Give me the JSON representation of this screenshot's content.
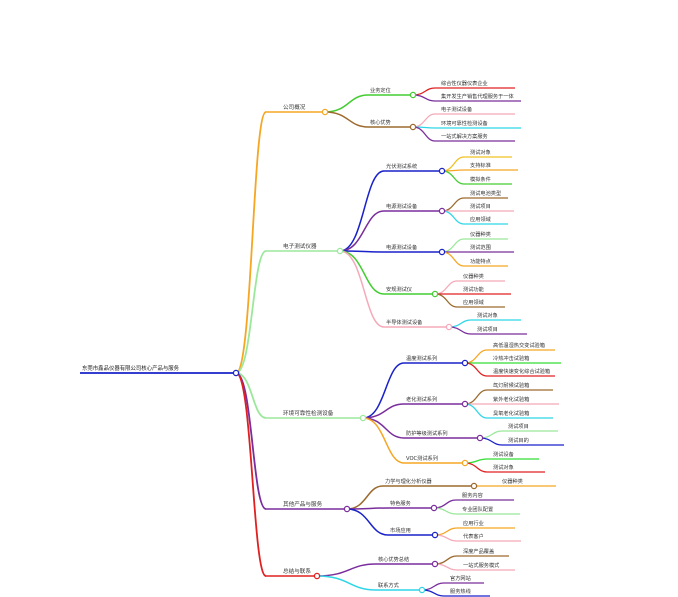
{
  "diagram": {
    "root": "东莞市鑫品仪器有限公司核心产品与服务",
    "colors": {
      "root": "#1a22c9",
      "orange": "#f5a623",
      "green": "#44cc33",
      "lightgreen": "#9be89b",
      "purple": "#7a2d9c",
      "blue": "#1a22c9",
      "red": "#e02020",
      "pink": "#f5a9b8",
      "cyan": "#2fd6e8",
      "brown": "#9c6a2d",
      "yellow": "#f0c020",
      "lime": "#33dd33"
    },
    "branches": [
      {
        "label": "公司概况",
        "children": [
          {
            "label": "业务定位",
            "children": [
              {
                "label": "综合性仪器仪表企业"
              },
              {
                "label": "集开发生产销售代理服务于一体"
              }
            ]
          },
          {
            "label": "核心优势",
            "children": [
              {
                "label": "电子测试设备"
              },
              {
                "label": "环境可靠性检测设备"
              },
              {
                "label": "一站式解决方案服务"
              }
            ]
          }
        ]
      },
      {
        "label": "电子测试仪器",
        "children": [
          {
            "label": "光伏测试系统",
            "children": [
              {
                "label": "测试对象"
              },
              {
                "label": "支持标准"
              },
              {
                "label": "模拟条件"
              }
            ]
          },
          {
            "label": "电源测试设备",
            "children": [
              {
                "label": "测试电池类型"
              },
              {
                "label": "测试项目"
              },
              {
                "label": "应用领域"
              }
            ]
          },
          {
            "label": "电源测试设备",
            "children": [
              {
                "label": "仪器种类"
              },
              {
                "label": "测试范围"
              },
              {
                "label": "功能特点"
              }
            ]
          },
          {
            "label": "安规测试仪",
            "children": [
              {
                "label": "仪器种类"
              },
              {
                "label": "测试功能"
              },
              {
                "label": "应用领域"
              }
            ]
          },
          {
            "label": "半导体测试设备",
            "children": [
              {
                "label": "测试对象"
              },
              {
                "label": "测试项目"
              }
            ]
          }
        ]
      },
      {
        "label": "环境可靠性检测设备",
        "children": [
          {
            "label": "温度测试系列",
            "children": [
              {
                "label": "高低温湿热交变试验箱"
              },
              {
                "label": "冷热冲击试验箱"
              },
              {
                "label": "温度快速变化综合试验箱"
              }
            ]
          },
          {
            "label": "老化测试系列",
            "children": [
              {
                "label": "氙灯耐候试验箱"
              },
              {
                "label": "紫外老化试验箱"
              },
              {
                "label": "臭氧老化试验箱"
              }
            ]
          },
          {
            "label": "防护等级测试系列",
            "children": [
              {
                "label": "测试项目"
              },
              {
                "label": "测试目的"
              }
            ]
          },
          {
            "label": "VOC测试系列",
            "children": [
              {
                "label": "测试设备"
              },
              {
                "label": "测试对象"
              }
            ]
          }
        ]
      },
      {
        "label": "其他产品与服务",
        "children": [
          {
            "label": "力学与理化分析仪器",
            "children": [
              {
                "label": "仪器种类"
              }
            ]
          },
          {
            "label": "特色服务",
            "children": [
              {
                "label": "服务内容"
              },
              {
                "label": "专业团队配置"
              }
            ]
          },
          {
            "label": "市场应用",
            "children": [
              {
                "label": "应用行业"
              },
              {
                "label": "代表客户"
              }
            ]
          }
        ]
      },
      {
        "label": "总结与联系",
        "children": [
          {
            "label": "核心优势总结",
            "children": [
              {
                "label": "深度产品覆盖"
              },
              {
                "label": "一站式服务模式"
              }
            ]
          },
          {
            "label": "联系方式",
            "children": [
              {
                "label": "官方网站"
              },
              {
                "label": "服务热线"
              }
            ]
          }
        ]
      }
    ]
  }
}
